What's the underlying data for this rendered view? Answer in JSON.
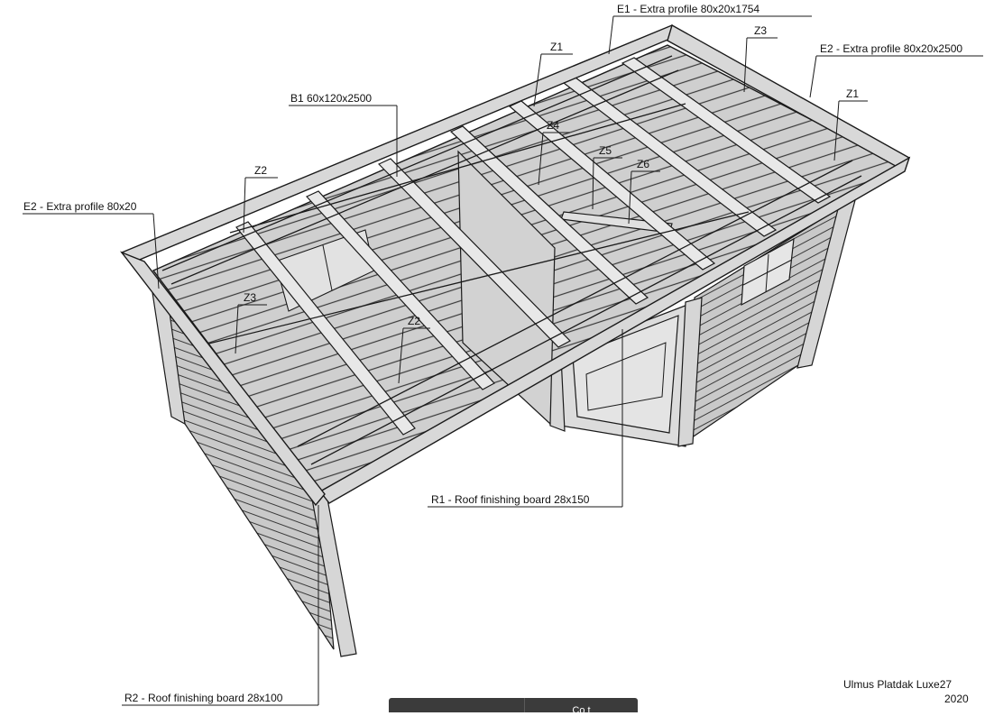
{
  "labels": {
    "e1_top": "E1 - Extra profile 80x20x1754",
    "z1_top": "Z1",
    "z3_top": "Z3",
    "e2_right": "E2 - Extra profile 80x20x2500",
    "z1_right": "Z1",
    "b1": "B1 60x120x2500",
    "z4": "Z4",
    "z5": "Z5",
    "z6": "Z6",
    "z2_left": "Z2",
    "e2_left": "E2 - Extra profile 80x20",
    "z3_left": "Z3",
    "z2_mid": "Z2",
    "r1": "R1 - Roof finishing board 28x150",
    "r2": "R2 - Roof finishing board 28x100"
  },
  "credit": {
    "name": "Ulmus Platdak Luxe27",
    "year": "2020"
  },
  "toolbar": {
    "right_label": "Co   t"
  },
  "colors": {
    "line": "#1a1a1a",
    "wood": "#d6d6d6",
    "wood_light": "#e8e8e8",
    "wood_dark": "#b8b8b8",
    "toolbar": "#3b3b3b"
  }
}
